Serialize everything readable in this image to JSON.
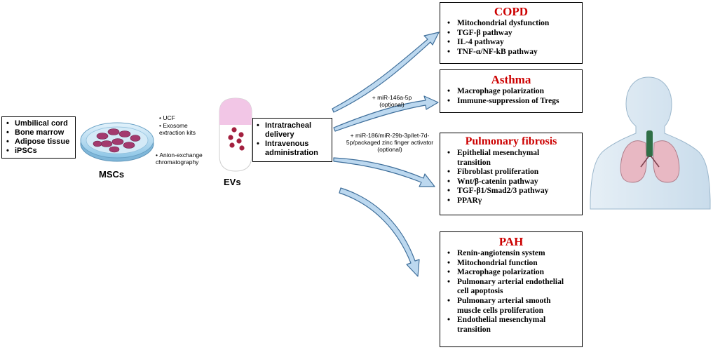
{
  "sources": [
    "Umbilical cord",
    "Bone marrow",
    "Adipose tissue",
    "iPSCs"
  ],
  "msc_label": "MSCs",
  "ev_label": "EVs",
  "isolation_methods": [
    "UCF",
    "Exosome extraction kits",
    "Anion-exchange chromatography"
  ],
  "delivery": [
    "Intratracheal delivery",
    "Intravenous administration"
  ],
  "cargo_labels": {
    "asthma": "+ miR-146a-5p (optional)",
    "fibrosis": "+ miR-186/miR-29b-3p/let-7d-5p/packaged zinc finger activator (optional)"
  },
  "diseases": [
    {
      "name": "COPD",
      "items": [
        "Mitochondrial dysfunction",
        "TGF-β pathway",
        "IL-4 pathway",
        "TNF-α/NF-kB pathway"
      ]
    },
    {
      "name": "Asthma",
      "items": [
        "Macrophage polarization",
        "Immune-suppression of Tregs"
      ]
    },
    {
      "name": "Pulmonary fibrosis",
      "items": [
        "Epithelial mesenchymal transition",
        "Fibroblast proliferation",
        "Wnt/β-catenin pathway",
        "TGF-β1/Smad2/3 pathway",
        "PPARγ"
      ]
    },
    {
      "name": "PAH",
      "items": [
        "Renin-angiotensin system",
        "Mitochondrial function",
        "Macrophage polarization",
        "Pulmonary arterial endothelial cell apoptosis",
        "Pulmonary arterial smooth muscle cells proliferation",
        "Endothelial mesenchymal transition"
      ]
    }
  ],
  "colors": {
    "disease_title": "#cc0000",
    "arrow_fill": "#bcd8ef",
    "arrow_stroke": "#3e6e9a",
    "ev_pink": "#f2c6e6",
    "particle": "#a3203f",
    "body": "#dbe8f2",
    "lung": "#e8b8c3"
  }
}
